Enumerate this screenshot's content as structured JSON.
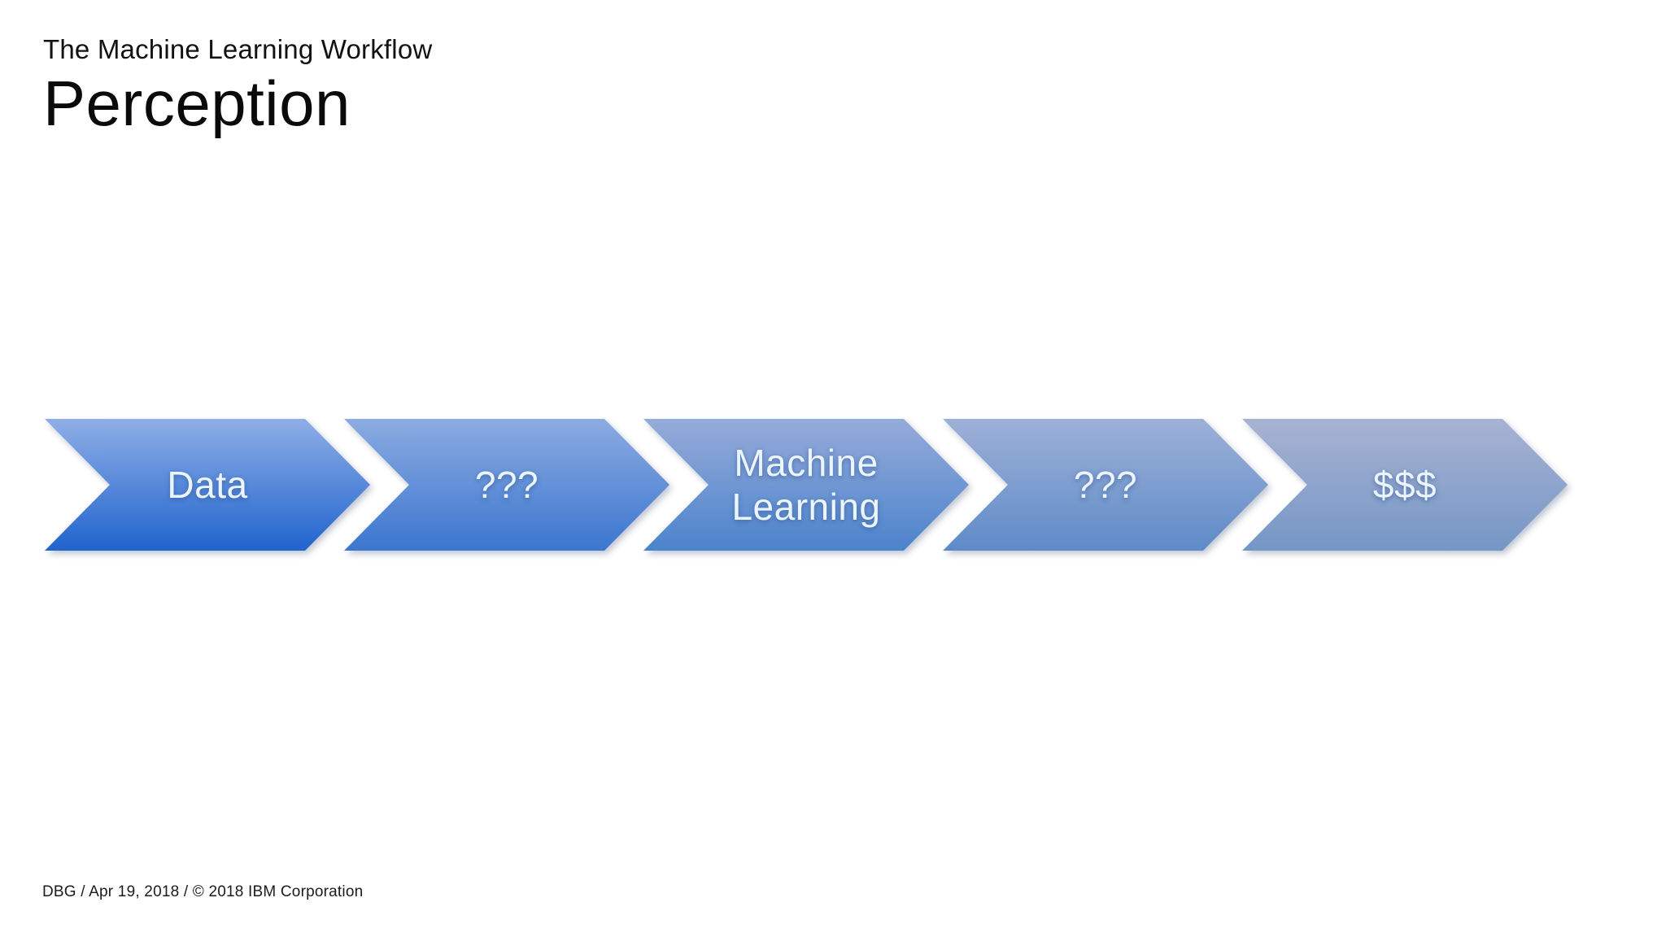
{
  "slide": {
    "kicker": "The Machine Learning Workflow",
    "title": "Perception",
    "footer": "DBG / Apr 19, 2018 / © 2018 IBM Corporation"
  },
  "workflow": {
    "steps": [
      {
        "label": "Data",
        "color_top": "#8FAEE6",
        "color_bottom": "#2064CE"
      },
      {
        "label": "???",
        "color_top": "#8CABE1",
        "color_bottom": "#3B76CF"
      },
      {
        "label": "Machine Learning",
        "color_top": "#95ABD9",
        "color_bottom": "#4C83CC"
      },
      {
        "label": "???",
        "color_top": "#9DB0D7",
        "color_bottom": "#5E8BC8"
      },
      {
        "label": "$$$",
        "color_top": "#A8B2D3",
        "color_bottom": "#7497C5"
      }
    ],
    "label_color": "#ECF5FD"
  }
}
